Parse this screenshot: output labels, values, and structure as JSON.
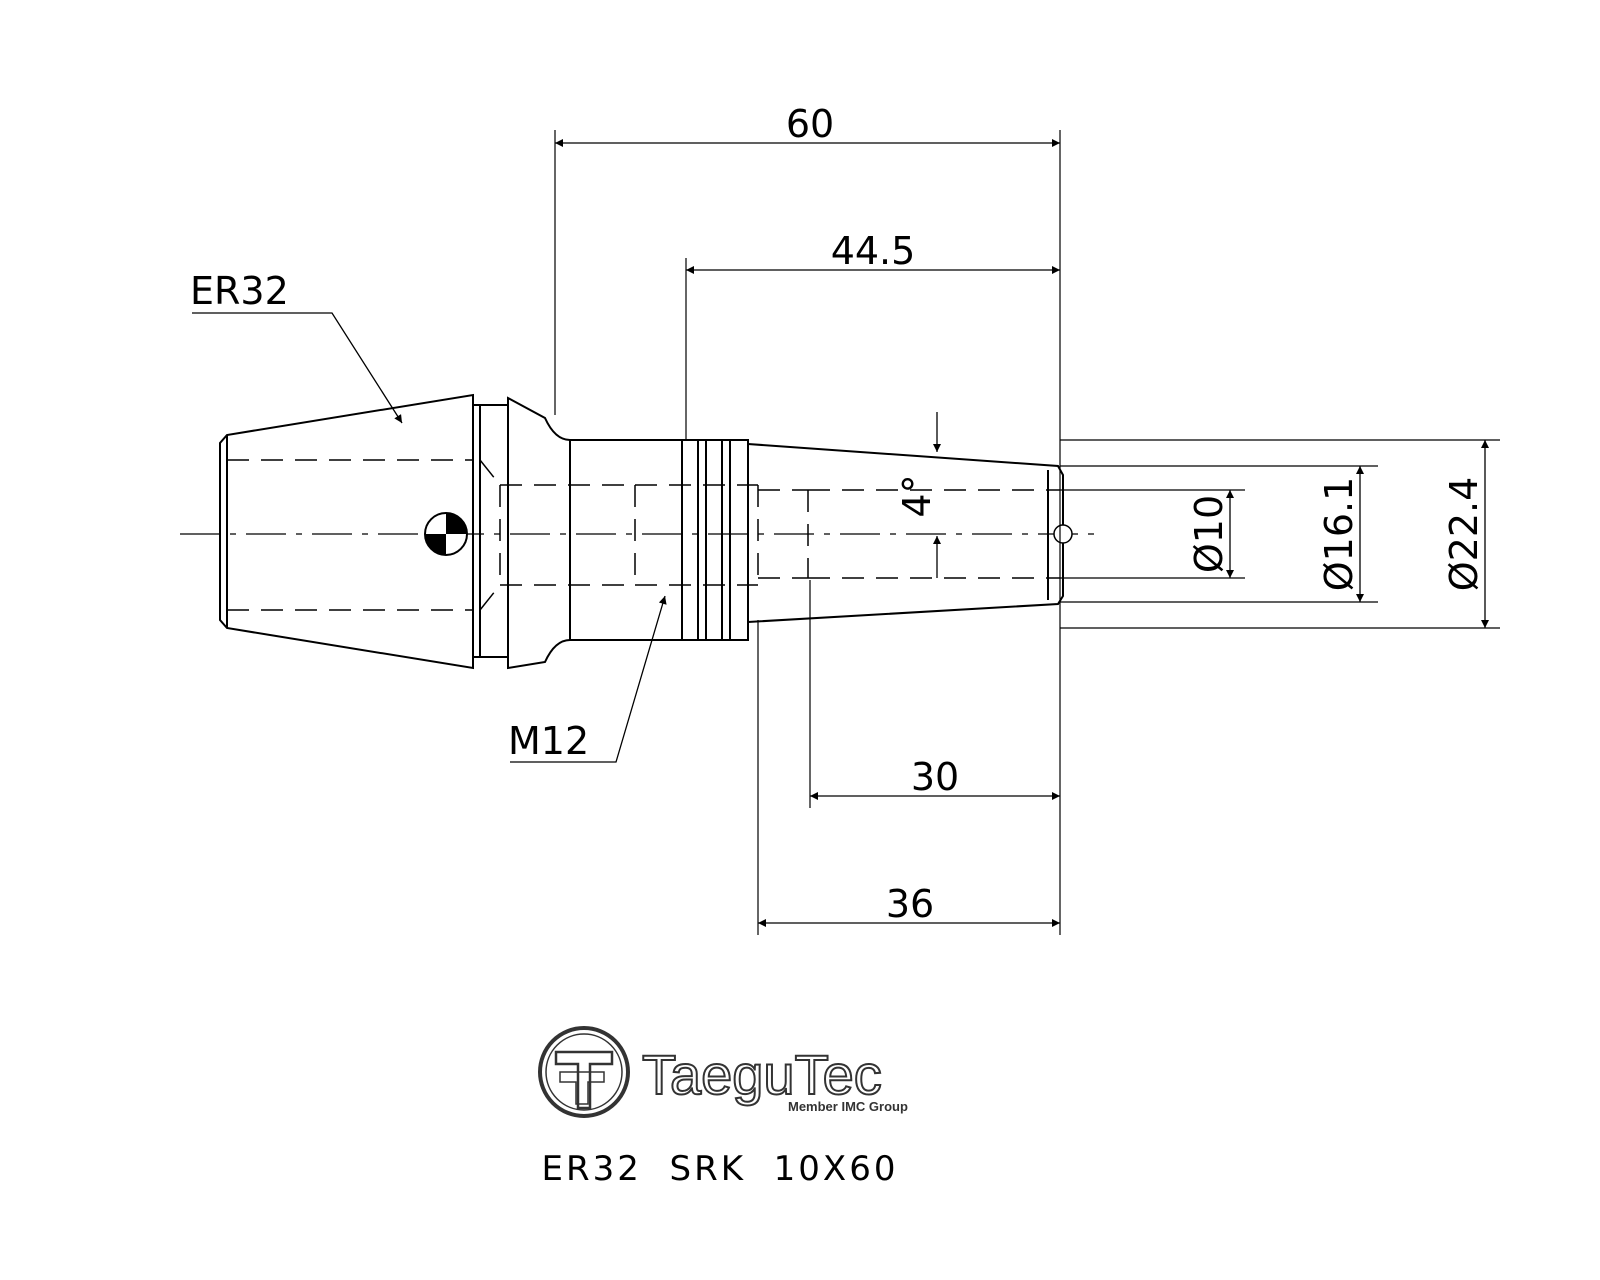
{
  "drawing": {
    "dimensions": {
      "overall_length": "60",
      "taper_length": "44.5",
      "bore_depth": "30",
      "tip_length": "36",
      "taper_angle": "4°",
      "bore_diameter": "Ø10",
      "tip_diameter": "Ø16.1",
      "body_diameter": "Ø22.4"
    },
    "callouts": {
      "collet_type": "ER32",
      "thread": "M12"
    },
    "logo": {
      "brand": "TaeguTec",
      "tagline": "Member IMC Group"
    },
    "title": "ER32  SRK  10X60"
  },
  "colors": {
    "line": "#000000",
    "paper": "#ffffff"
  }
}
